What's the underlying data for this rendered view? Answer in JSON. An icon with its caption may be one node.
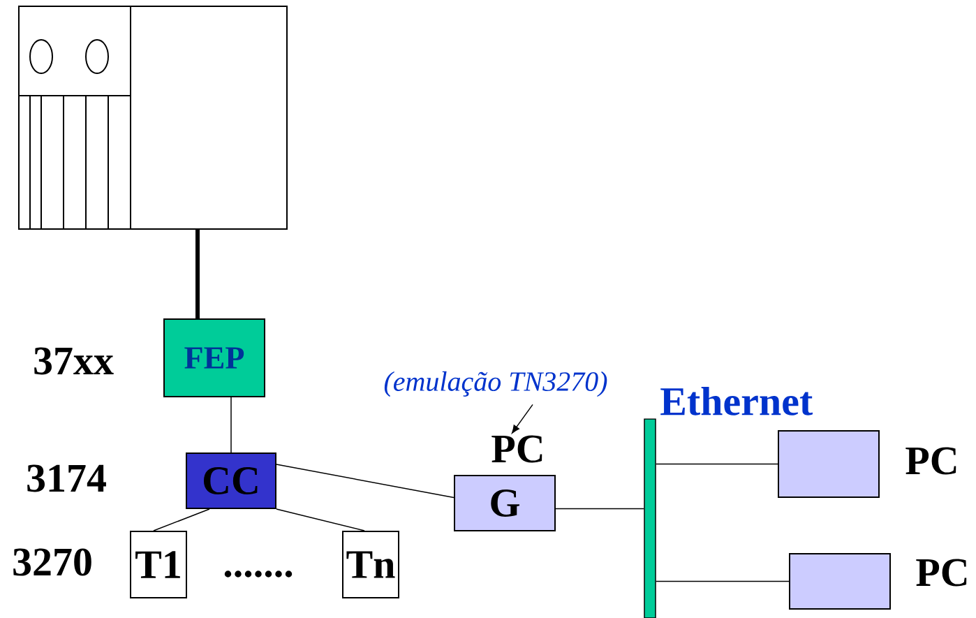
{
  "diagram": {
    "nodes": [
      {
        "text": [],
        "shape": "box"
      },
      {
        "text": [
          "FEP"
        ]
      },
      {
        "text": [
          "CC"
        ]
      },
      {
        "text": [
          "T1"
        ]
      },
      {
        "text": [
          "Tn"
        ]
      },
      {
        "text": [
          "(emulação TN3270)"
        ]
      },
      {
        "text": [
          "PC"
        ]
      },
      {
        "text": [
          "G"
        ]
      },
      {
        "text": [
          "Ethernet"
        ]
      },
      {
        "text": [],
        "shape": "box",
        "beside": [
          "PC"
        ]
      },
      {
        "text": [],
        "shape": "box",
        "beside": [
          "PC"
        ]
      }
    ],
    "edges": [
      {
        "from": 0,
        "to": 1,
        "arrow": "none",
        "style": "thick"
      },
      {
        "from": 1,
        "to": 2,
        "arrow": "none"
      },
      {
        "from": 2,
        "to": 3,
        "arrow": "none"
      },
      {
        "from": 2,
        "to": 4,
        "arrow": "none"
      },
      {
        "from": 2,
        "to": 7,
        "arrow": "none"
      },
      {
        "from": 5,
        "to": 6,
        "arrow": "to"
      },
      {
        "from": 7,
        "to": 8,
        "arrow": "none"
      },
      {
        "from": 8,
        "to": 9,
        "arrow": "none"
      },
      {
        "from": 8,
        "to": 10,
        "arrow": "none"
      }
    ],
    "labels": [
      "37xx",
      "3174",
      "3270",
      "......."
    ]
  }
}
